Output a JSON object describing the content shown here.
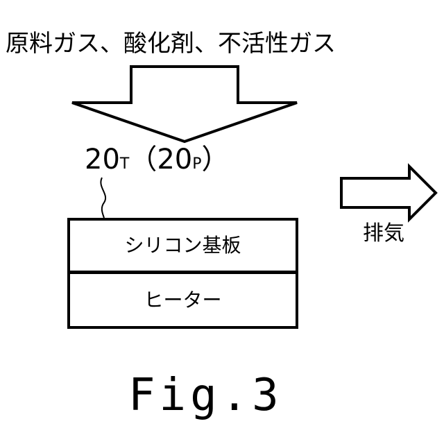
{
  "feed_label": "原料ガス、酸化剤、不活性ガス",
  "reference": {
    "main_num": "20",
    "main_sub": "T",
    "paren_open": "（",
    "alt_num": "20",
    "alt_sub": "P",
    "paren_close": "）"
  },
  "layers": {
    "substrate": "シリコン基板",
    "heater": "ヒーター"
  },
  "exhaust_label": "排気",
  "figure_label": "Fig.3"
}
